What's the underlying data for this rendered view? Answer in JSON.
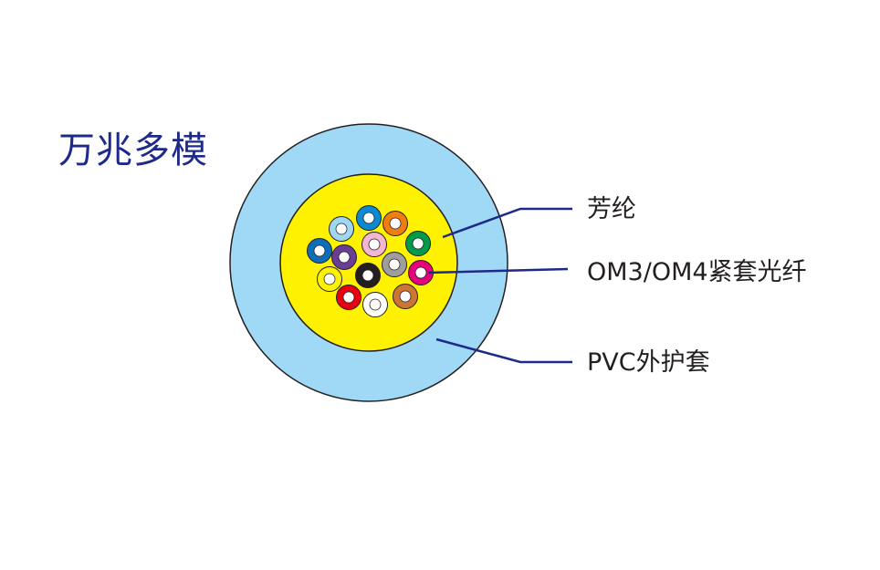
{
  "title": "万兆多模",
  "labels": {
    "aramid": "芳纶",
    "fiber": "OM3/OM4紧套光纤",
    "jacket": "PVC外护套"
  },
  "colors": {
    "jacket": "#a0d9f6",
    "aramid": "#fff200",
    "outline": "#231f20",
    "leader": "#1e2a8a",
    "title": "#1e2a8a"
  },
  "fibers": [
    {
      "name": "light-blue",
      "color": "#9fd6f2"
    },
    {
      "name": "blue",
      "color": "#0a8ad2"
    },
    {
      "name": "orange",
      "color": "#ef7d10"
    },
    {
      "name": "dark-blue",
      "color": "#0d6db8"
    },
    {
      "name": "pink",
      "color": "#f3b6d2"
    },
    {
      "name": "green",
      "color": "#009b48"
    },
    {
      "name": "purple",
      "color": "#6a3d96"
    },
    {
      "name": "gray",
      "color": "#9e9e9e"
    },
    {
      "name": "black",
      "color": "#231f20"
    },
    {
      "name": "magenta",
      "color": "#e5007e"
    },
    {
      "name": "yellow",
      "color": "#fff200"
    },
    {
      "name": "red",
      "color": "#e60012"
    },
    {
      "name": "white",
      "color": "#ffffff"
    },
    {
      "name": "brown",
      "color": "#cd7535"
    }
  ]
}
